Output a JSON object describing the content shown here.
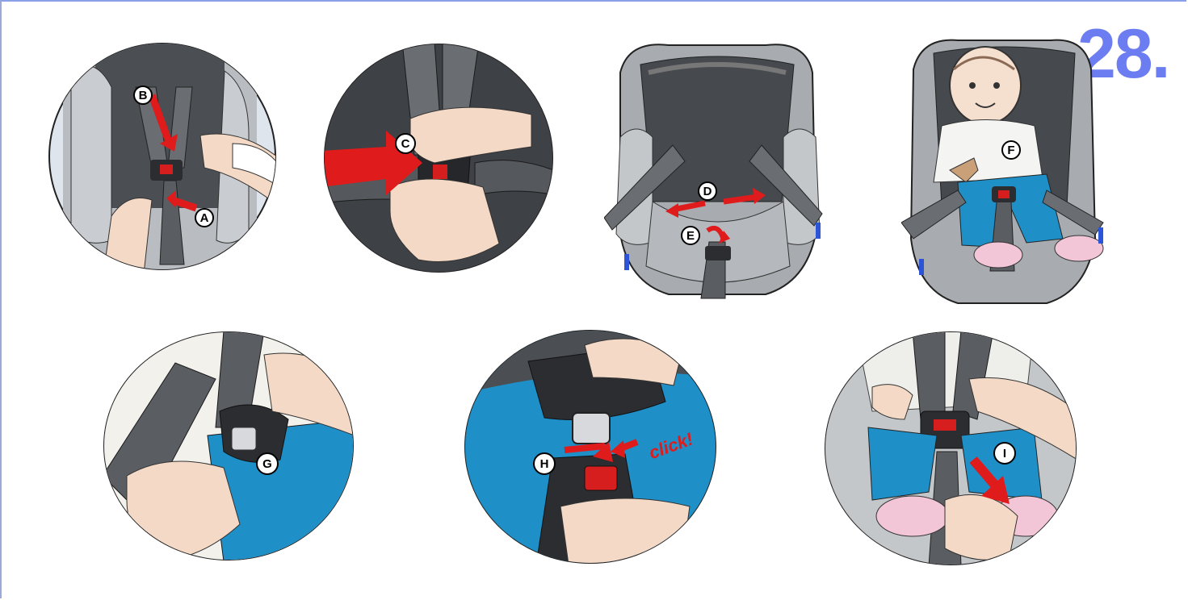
{
  "page_number": "28.",
  "step_labels": {
    "a": "A",
    "b": "B",
    "c": "C",
    "d": "D",
    "e": "E",
    "f": "F",
    "g": "G",
    "h": "H",
    "i": "I"
  },
  "click_caption": "click!",
  "colors": {
    "page_number": "#6b7df0",
    "arrow_red": "#e01b1b",
    "fabric_blue": "#1f8fc8",
    "strap_gray": "#5a5d62",
    "seat_gray": "#a8abaf",
    "skin": "#f3d9c6"
  },
  "icons": [
    "direction-arrow-icon",
    "buckle-icon",
    "car-seat-illustration",
    "hand-illustration"
  ]
}
